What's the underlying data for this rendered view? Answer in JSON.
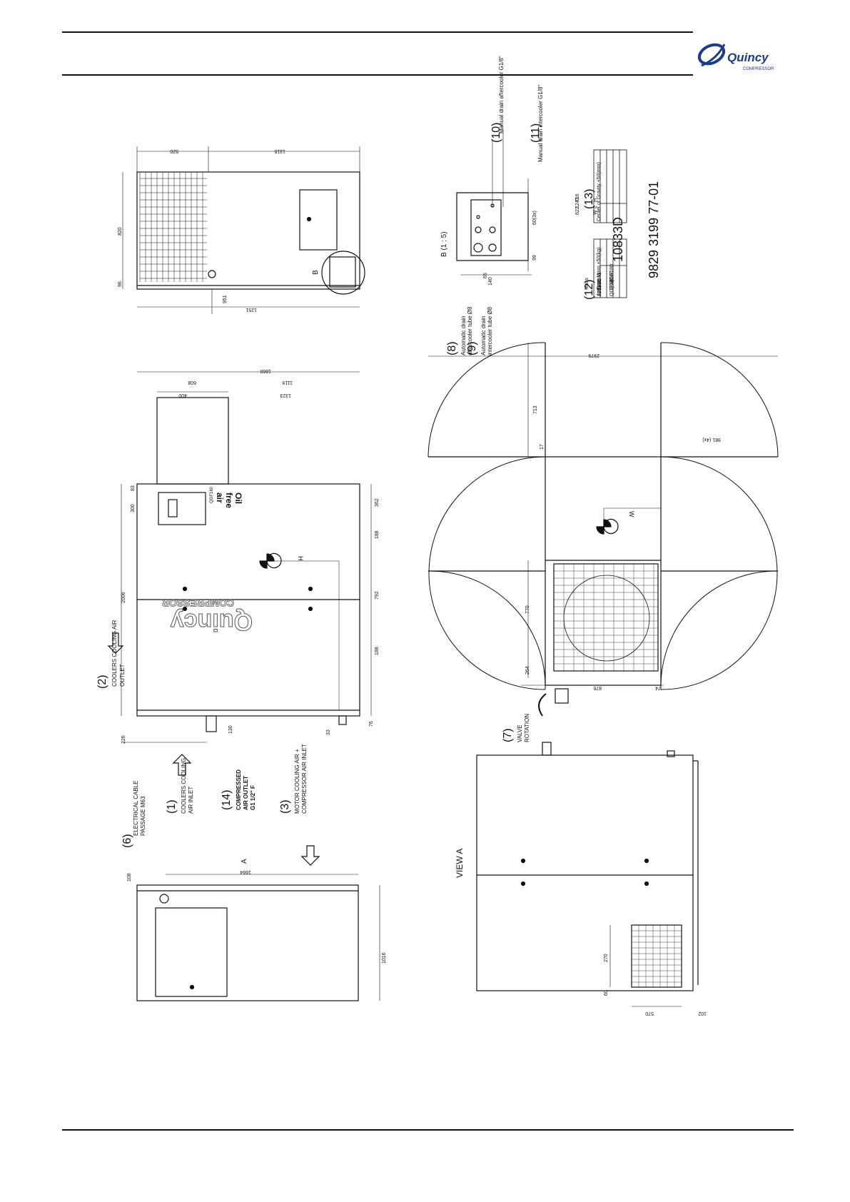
{
  "brand": {
    "name": "Quincy",
    "sub": "COMPRESSOR"
  },
  "view_a": "VIEW A",
  "detail_b": "B (1 : 5)",
  "detail_b_marker": "B",
  "arrow_a": "A",
  "drawing_number": "9829 3199 77-01",
  "revision": "10833D",
  "callouts": {
    "c1": {
      "num": "(1)",
      "l1": "COOLERS COOLING",
      "l2": "AIR INLET"
    },
    "c2": {
      "num": "(2)",
      "l1": "COOLERS COOLING AIR",
      "l2": "OUTLET"
    },
    "c3": {
      "num": "(3)",
      "l1": "MOTOR COOLING AIR +",
      "l2": "COMPRESSOR AIR INLET"
    },
    "c6": {
      "num": "(6)",
      "l1": "ELECTRICAL CABLE",
      "l2": "PASSAGE M63"
    },
    "c7": {
      "num": "(7)",
      "l1": "VALVE",
      "l2": "ROTATION"
    },
    "c8": {
      "num": "(8)",
      "l1": "Automatic drain",
      "l2": "aftercooler tube Ø8"
    },
    "c9": {
      "num": "(9)",
      "l1": "Automatic drain",
      "l2": "intercooler tube Ø8"
    },
    "c10": {
      "num": "(10)",
      "l1": "Manual drain aftercooler G1/8\""
    },
    "c11": {
      "num": "(11)",
      "l1": "Manual drain intercooler G1/8\""
    },
    "c12": {
      "num": "(12)"
    },
    "c13": {
      "num": "(13)"
    },
    "c14": {
      "num": "(14)",
      "l1": "COMPRESSED",
      "l2": "AIR OUTLET",
      "l3": "G1 1/2\" F"
    }
  },
  "mass_table": {
    "headers": [
      "Approx. Mass ±50(kg)",
      "Type",
      "Mass"
    ],
    "rows": [
      [
        "QGF140",
        "1251"
      ],
      [
        "QGF160",
        "1321"
      ],
      [
        "QGF180",
        "1341"
      ]
    ]
  },
  "cog_table": {
    "header": "Center of Gravity ±50(mm)",
    "rows": [
      [
        "W",
        "622"
      ],
      [
        "L",
        "1243"
      ],
      [
        "H",
        "716"
      ]
    ]
  },
  "panel_text": {
    "ref": "QGF180",
    "oil": "Oil",
    "free": "free",
    "air": "air"
  },
  "cog_labels": {
    "h": "H",
    "w": "W"
  },
  "dims": {
    "d1016": "1016",
    "d108": "108",
    "d1664": "1664",
    "d60": "60",
    "d270": "270",
    "d570": "570",
    "d102": "102",
    "d226": "226",
    "d2006": "2006",
    "d300": "300",
    "d83": "83",
    "d130": "130",
    "d33": "33",
    "d76": "76",
    "d188a": "188",
    "d792": "792",
    "d188b": "188",
    "d362": "362",
    "d1860": "1860",
    "d608": "608",
    "d1119": "1119",
    "d400": "400",
    "d1323": "1323",
    "d951": "951",
    "d1251": "1251",
    "d820": "820",
    "d96": "96",
    "d520": "520",
    "d1315": "1315",
    "d264": "264",
    "d770": "770",
    "d17": "17",
    "d713": "713",
    "d876": "876",
    "d74": "74",
    "d2979": "2979",
    "d981": "981 (4x)",
    "d140": "140",
    "d65": "65",
    "d99": "99",
    "d60x3": "60(3x)"
  }
}
